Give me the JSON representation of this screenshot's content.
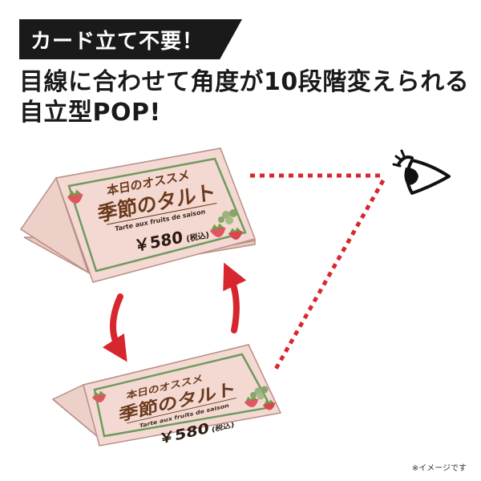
{
  "banner": {
    "text": "カード立て不要！"
  },
  "headline": {
    "line1": "目線に合わせて角度が10段階変えられる",
    "line2": "自立型POP!"
  },
  "pop": {
    "heading": "本日のオススメ",
    "title": "季節のタルト",
    "subtitle": "Tarte aux fruits de saison",
    "price": "￥580",
    "tax": "(税込)"
  },
  "note": "※イメージです",
  "colors": {
    "card_fill": "#f3d9d2",
    "card_edge": "#c9a9a0",
    "frame": "#6f9a5e",
    "arrow": "#d8262e",
    "sightline": "#d8262e",
    "banner_bg": "#1a1a1a"
  },
  "icons": [
    "eye-icon",
    "strawberry-icon",
    "curved-arrow-icon"
  ]
}
